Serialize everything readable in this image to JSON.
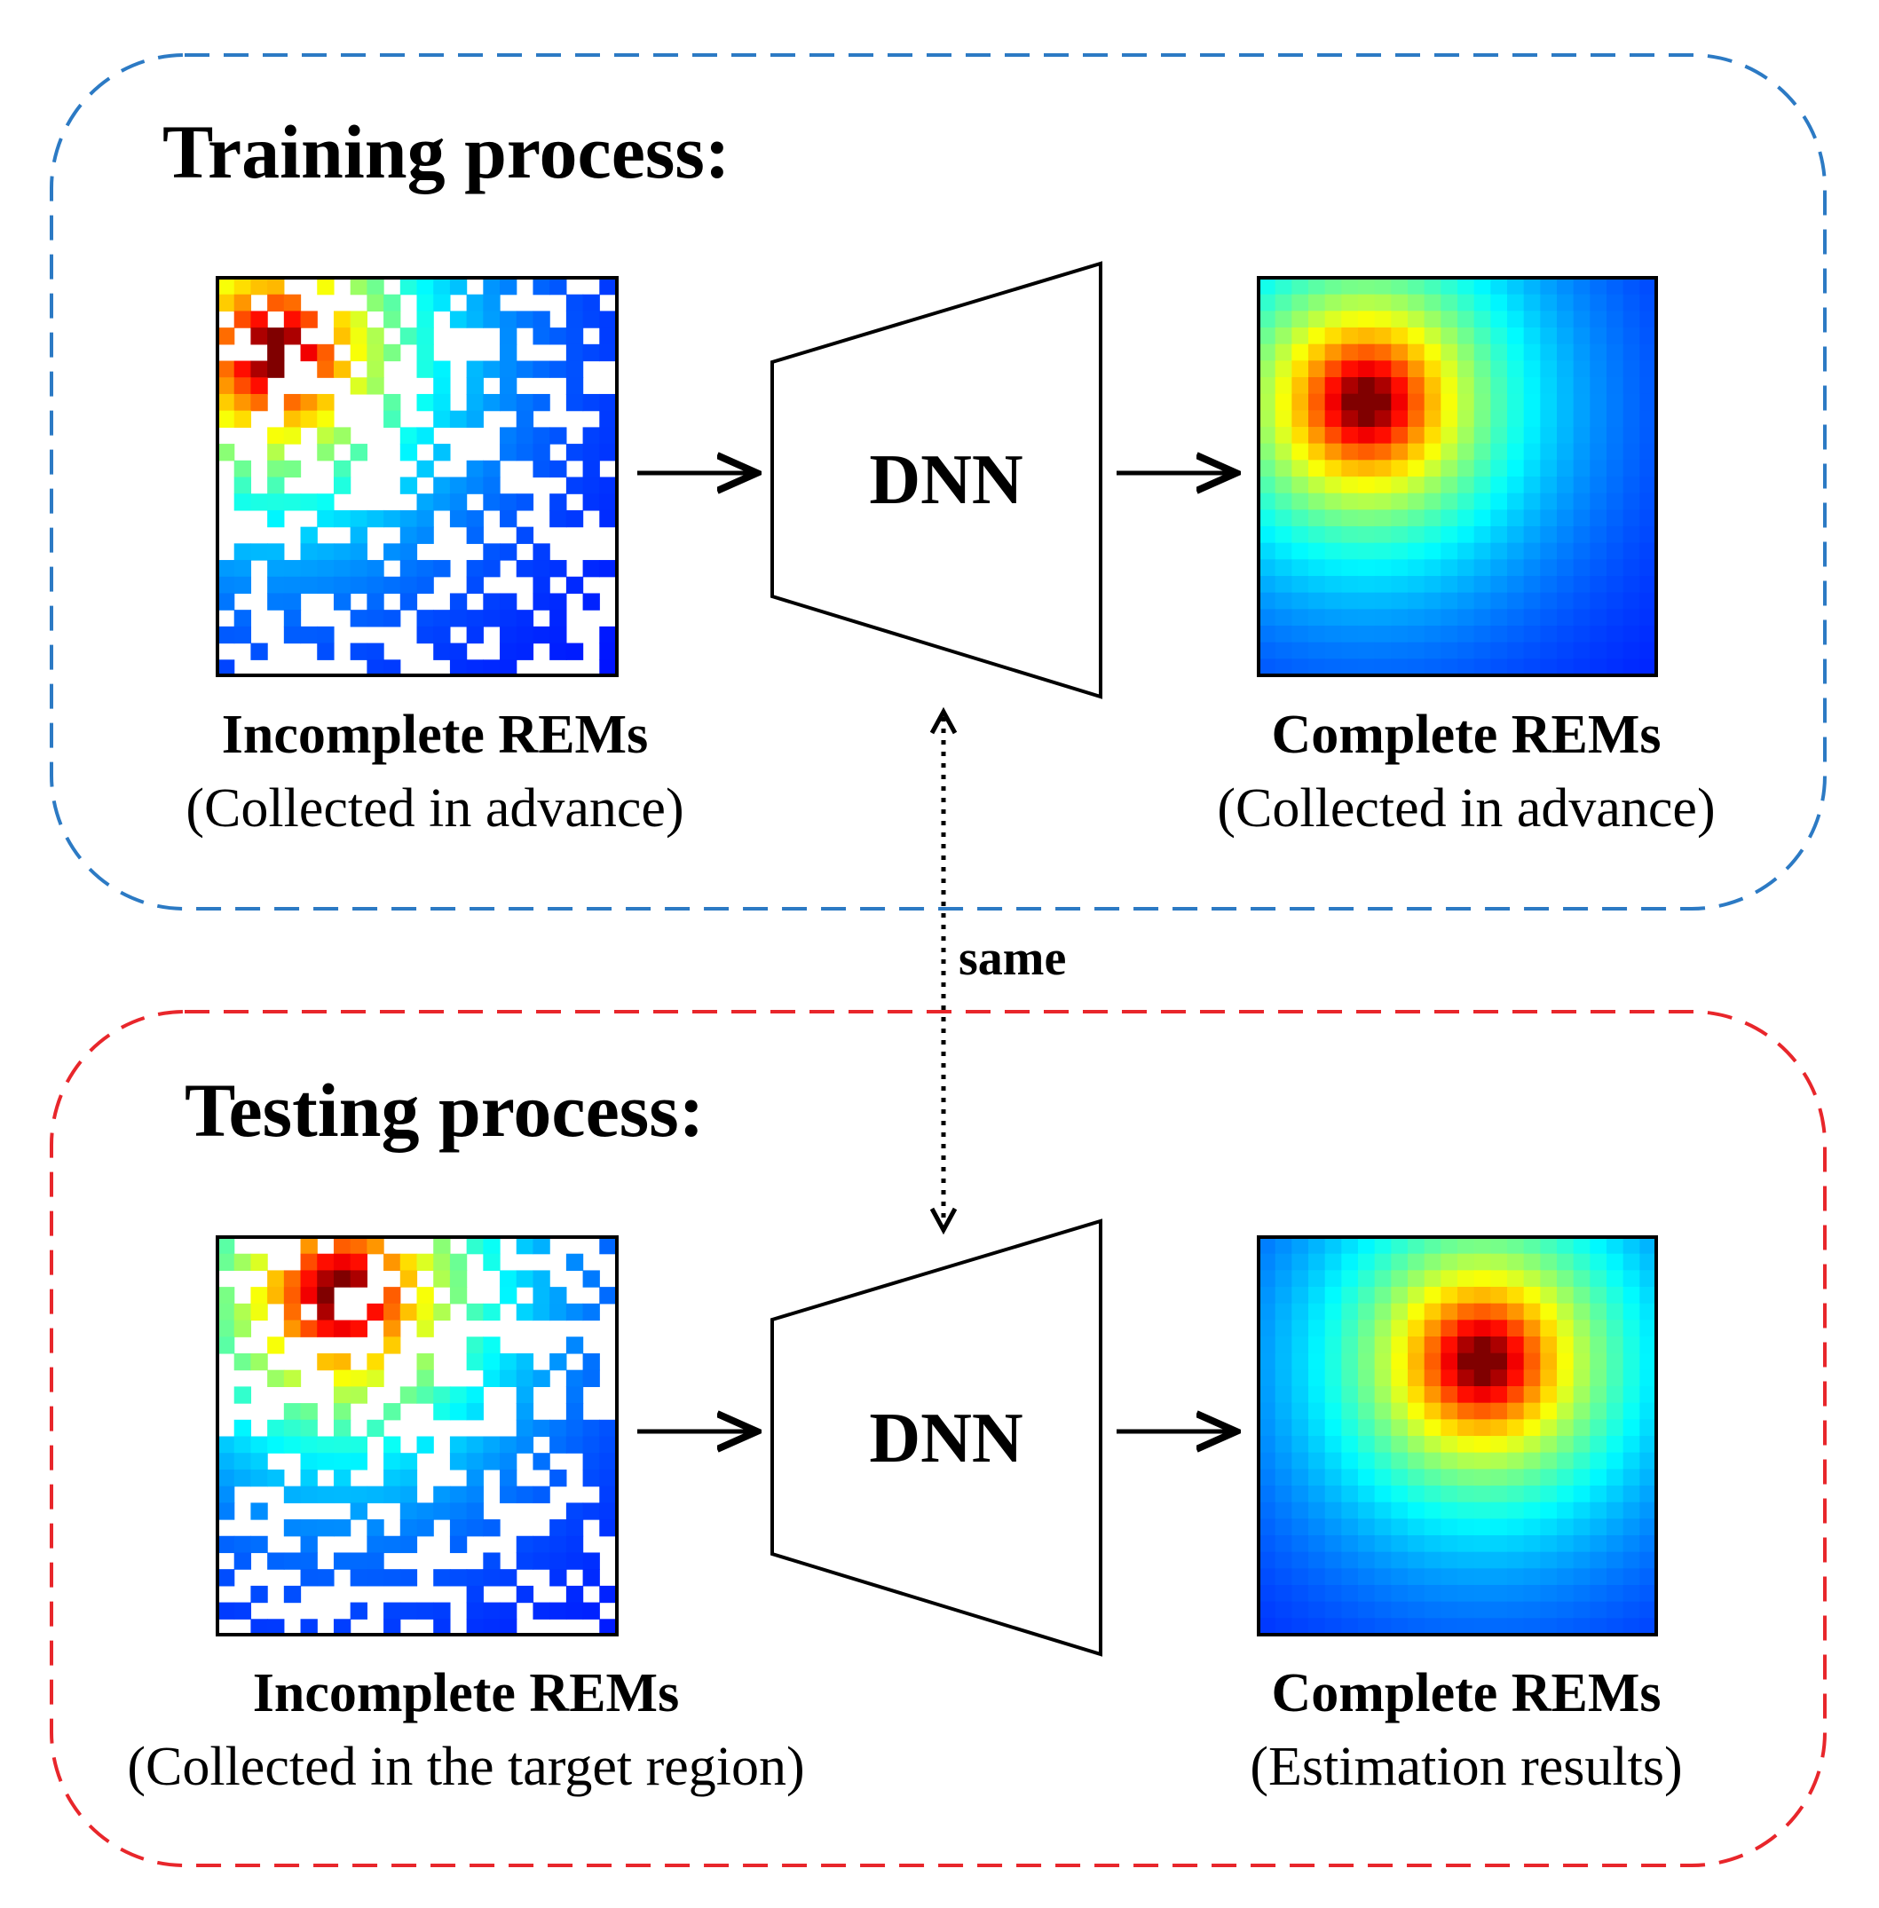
{
  "colors": {
    "training_border": "#2c7ac4",
    "testing_border": "#e8262b",
    "line": "#000000"
  },
  "training": {
    "title": "Training process:",
    "input_label": "Incomplete REMs",
    "input_sub": "(Collected in advance)",
    "model_label": "DNN",
    "output_label": "Complete REMs",
    "output_sub": "(Collected in advance)",
    "source_cell": {
      "row": 4,
      "col": 3
    },
    "seed": 11
  },
  "link": {
    "label": "same"
  },
  "testing": {
    "title": "Testing process:",
    "input_label": "Incomplete REMs",
    "input_sub": "(Collected in the target region)",
    "model_label": "DNN",
    "output_label": "Complete REMs",
    "output_sub": "(Estimation results)",
    "source_cell": {
      "row": 3,
      "col": 7
    },
    "seed": 29
  }
}
